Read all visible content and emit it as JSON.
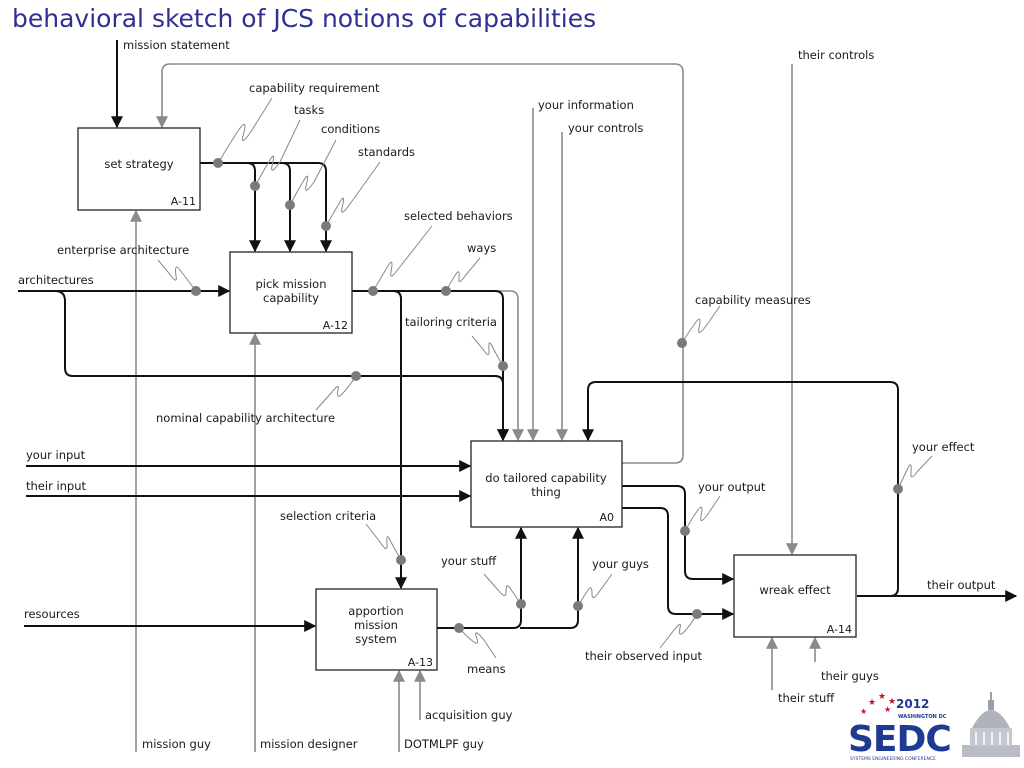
{
  "title": "behavioral sketch of JCS notions of capabilities",
  "boxes": {
    "a11": {
      "name": "set strategy",
      "id": "A-11"
    },
    "a12": {
      "line1": "pick mission",
      "line2": "capability",
      "id": "A-12"
    },
    "a0": {
      "line1": "do tailored capability",
      "line2": "thing",
      "id": "A0"
    },
    "a13": {
      "line1": "apportion",
      "line2": "mission",
      "line3": "system",
      "id": "A-13"
    },
    "a14": {
      "name": "wreak effect",
      "id": "A-14"
    }
  },
  "labels": {
    "mission_statement": "mission statement",
    "capability_requirement": "capability requirement",
    "tasks": "tasks",
    "conditions": "conditions",
    "standards": "standards",
    "enterprise_architecture": "enterprise architecture",
    "architectures": "architectures",
    "selected_behaviors": "selected behaviors",
    "ways": "ways",
    "tailoring_criteria": "tailoring criteria",
    "your_information": "your information",
    "your_controls": "your controls",
    "their_controls": "their controls",
    "capability_measures": "capability measures",
    "nominal_capability_architecture": "nominal capability architecture",
    "your_input": "your input",
    "their_input": "their input",
    "your_effect": "your effect",
    "your_output": "your output",
    "selection_criteria": "selection criteria",
    "your_stuff": "your stuff",
    "your_guys": "your guys",
    "their_output": "their output",
    "resources": "resources",
    "means": "means",
    "their_observed_input": "their observed input",
    "their_guys": "their guys",
    "their_stuff": "their stuff",
    "acquisition_guy": "acquisition guy",
    "mission_guy": "mission guy",
    "mission_designer": "mission designer",
    "dotmlpf_guy": "DOTMLPF guy"
  },
  "logo": {
    "year": "2012",
    "city": "WASHINGTON DC",
    "name": "SEDC",
    "tagline": "SYSTEMS ENGINEERING CONFERENCE"
  },
  "colors": {
    "title": "#2e3192",
    "logo_red": "#c8102e",
    "logo_blue": "#1f3a93",
    "arrow_black": "#111111",
    "arrow_gray": "#8a8a8a"
  }
}
